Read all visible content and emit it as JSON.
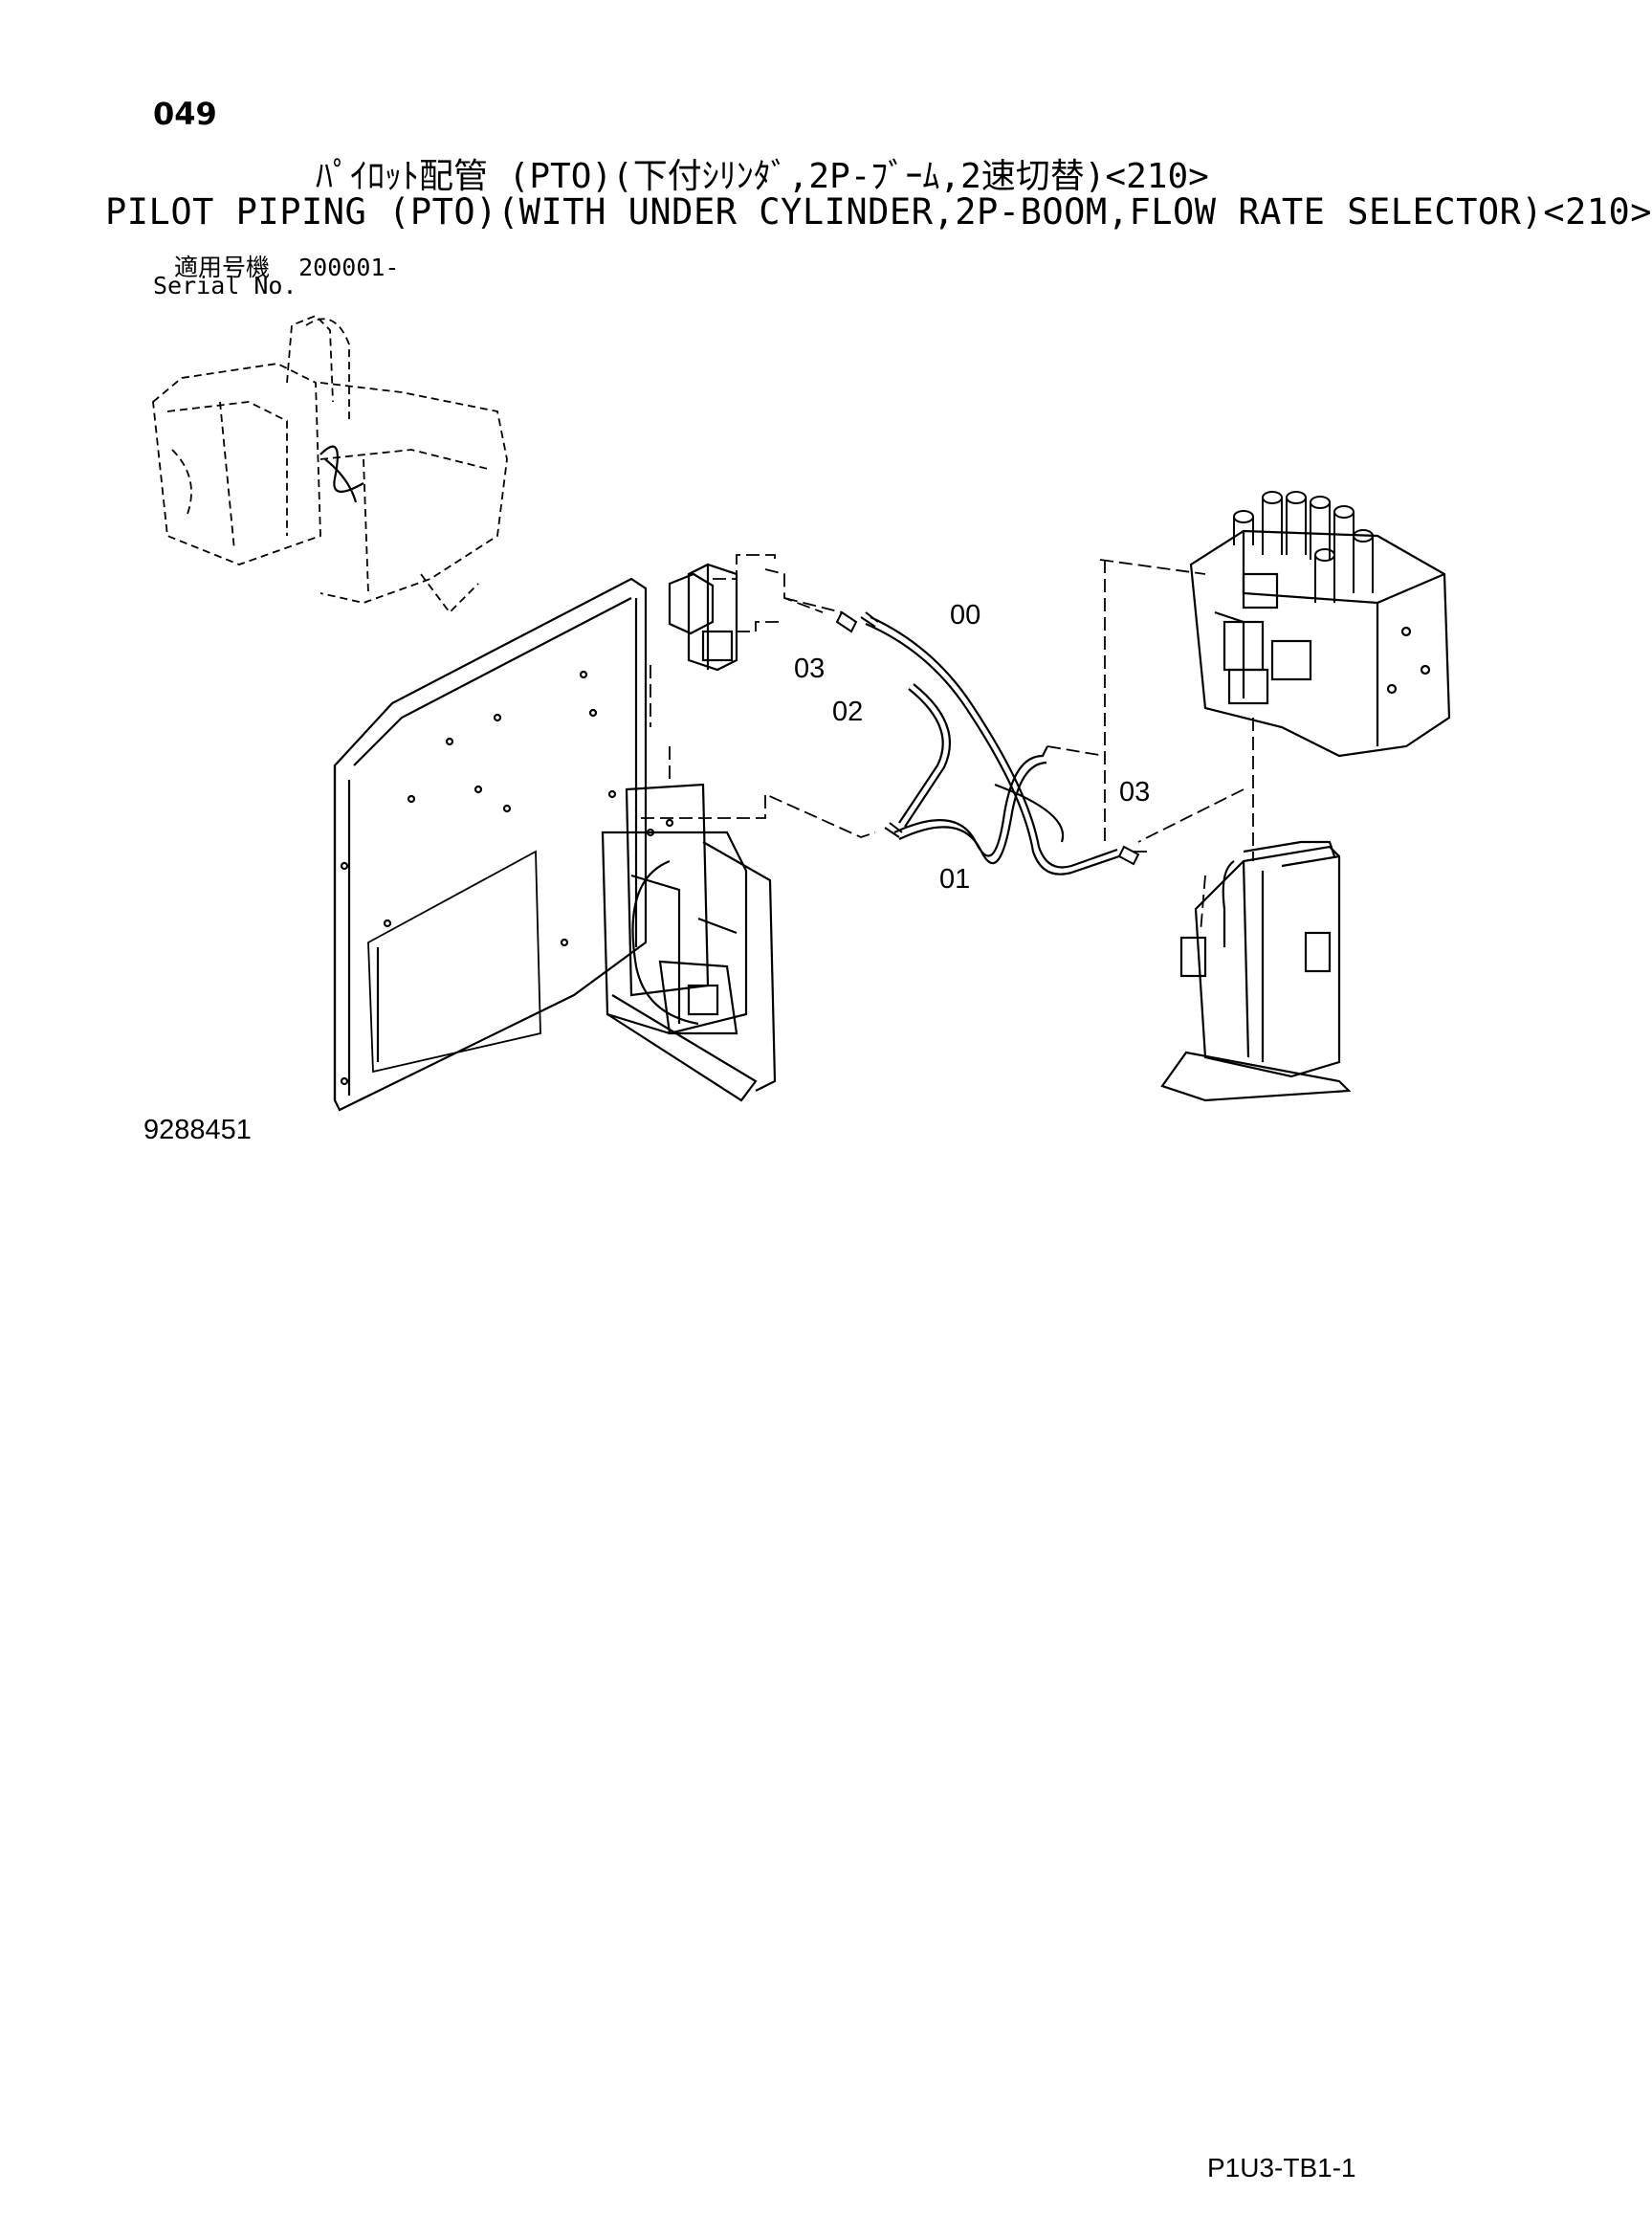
{
  "header": {
    "page_number": "049",
    "title_jp": "ﾊﾟｲﾛｯﾄ配管 (PTO)(下付ｼﾘﾝﾀﾞ,2P-ﾌﾞｰﾑ,2速切替)<210>",
    "title_en": "PILOT PIPING (PTO)(WITH UNDER CYLINDER,2P-BOOM,FLOW RATE SELECTOR)<210>",
    "serial_label_jp": "適用号機",
    "serial_value": "200001-",
    "serial_label_en": "Serial No."
  },
  "diagram": {
    "callouts": [
      "00",
      "03",
      "02",
      "03",
      "01"
    ],
    "drawing_number": "9288451"
  },
  "footer": {
    "page_code": "P1U3-TB1-1"
  }
}
